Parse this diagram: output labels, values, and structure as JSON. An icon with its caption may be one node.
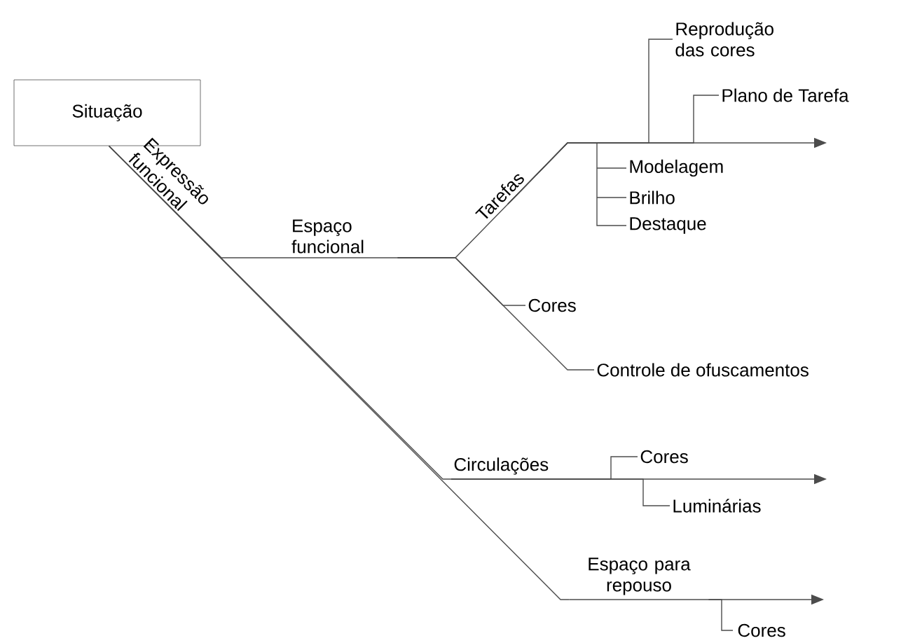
{
  "diagram": {
    "nodes": [
      {
        "text": [
          "Situação"
        ]
      },
      {
        "text": [
          "Espaço funcional"
        ]
      },
      {
        "text": [
          "Tarefas"
        ]
      },
      {
        "text": [
          "Reprodução das cores"
        ]
      },
      {
        "text": [
          "Plano de Tarefa"
        ]
      },
      {
        "text": [
          "Modelagem"
        ]
      },
      {
        "text": [
          "Brilho"
        ]
      },
      {
        "text": [
          "Destaque"
        ]
      },
      {
        "text": [
          "Cores"
        ]
      },
      {
        "text": [
          "Controle de ofuscamentos"
        ]
      },
      {
        "text": [
          "Circulações"
        ]
      },
      {
        "text": [
          "Cores"
        ]
      },
      {
        "text": [
          "Luminárias"
        ]
      },
      {
        "text": [
          "Espaço para repouso"
        ]
      },
      {
        "text": [
          "Cores"
        ]
      }
    ],
    "edges": [
      {
        "from": 0,
        "to": 1,
        "arrow": "none",
        "label": "Expressão funcional"
      },
      {
        "from": 1,
        "to": 2,
        "arrow": "none"
      },
      {
        "from": 2,
        "to": null,
        "arrow": "to"
      },
      {
        "from": 2,
        "to": 3,
        "arrow": "none"
      },
      {
        "from": 2,
        "to": 4,
        "arrow": "none"
      },
      {
        "from": 2,
        "to": 5,
        "arrow": "none"
      },
      {
        "from": 2,
        "to": 6,
        "arrow": "none"
      },
      {
        "from": 2,
        "to": 7,
        "arrow": "none"
      },
      {
        "from": 1,
        "to": 8,
        "arrow": "none"
      },
      {
        "from": 1,
        "to": 9,
        "arrow": "none"
      },
      {
        "from": 0,
        "to": 10,
        "arrow": "none"
      },
      {
        "from": 10,
        "to": null,
        "arrow": "to"
      },
      {
        "from": 10,
        "to": 11,
        "arrow": "none"
      },
      {
        "from": 10,
        "to": 12,
        "arrow": "none"
      },
      {
        "from": 0,
        "to": 13,
        "arrow": "none"
      },
      {
        "from": 13,
        "to": null,
        "arrow": "to"
      },
      {
        "from": 13,
        "to": 14,
        "arrow": "none"
      }
    ]
  }
}
